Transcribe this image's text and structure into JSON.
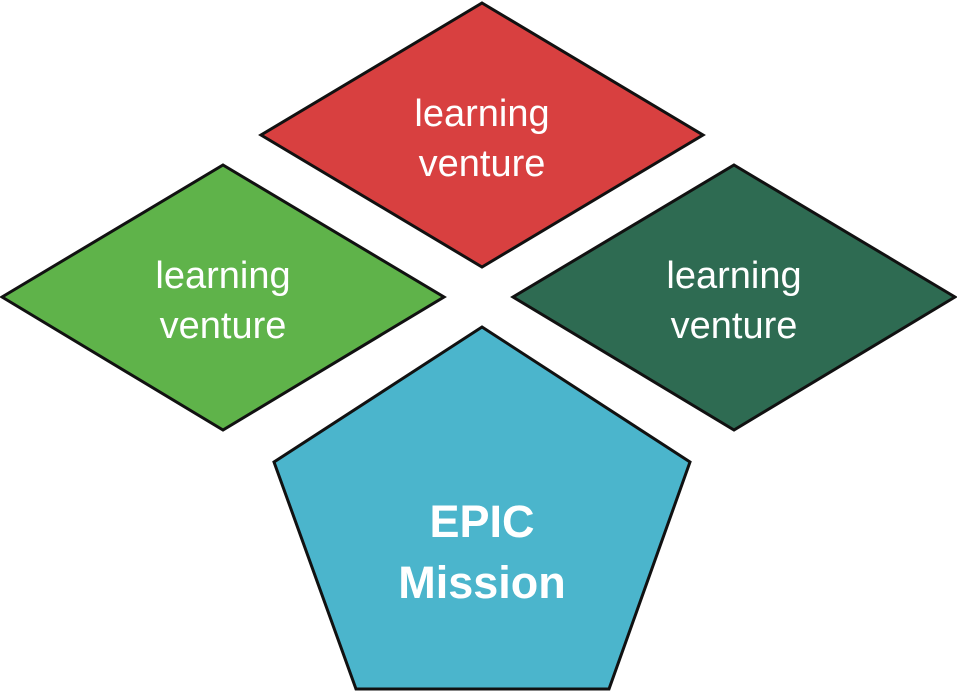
{
  "diagram": {
    "ventures": [
      {
        "position": "top",
        "color": "#d84040",
        "line1": "learning",
        "line2": "venture"
      },
      {
        "position": "left",
        "color": "#5fb34a",
        "line1": "learning",
        "line2": "venture"
      },
      {
        "position": "right",
        "color": "#2e6b52",
        "line1": "learning",
        "line2": "venture"
      }
    ],
    "mission": {
      "color": "#4bb5cc",
      "line1": "EPIC",
      "line2": "Mission"
    }
  }
}
